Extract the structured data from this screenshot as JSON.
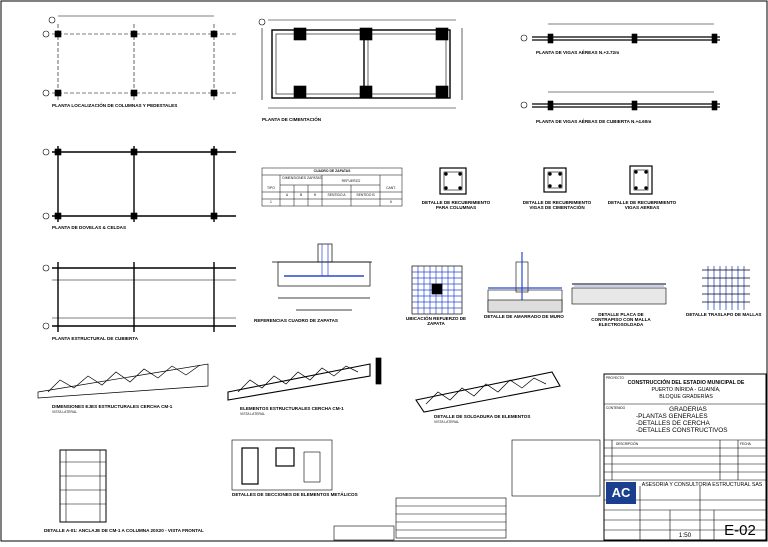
{
  "views": {
    "plan_columns": "PLANTA LOCALIZACIÓN DE COLUMNAS Y PEDESTALES",
    "plan_foundation": "PLANTA DE CIMENTACIÓN",
    "beams_1": "PLANTA DE VIGAS AÉREAS N.+3.72m",
    "beams_2": "PLANTA DE VIGAS AÉREAS DE CUBIERTA N.+4.60m",
    "plan_dowels": "PLANTA DE DOVELAS & CELDAS",
    "plan_roof": "PLANTA ESTRUCTURAL DE CUBIERTA",
    "det_col": "DETALLE DE RECUBRIMIENTO PARA COLUMNAS",
    "det_found": "DETALLE DE RECUBRIMIENTO VIGAS DE CIMENTACIÓN",
    "det_beams": "DETALLE DE RECUBRIMIENTO VIGAS AEREAS",
    "ref_table": "REFERENCIAS CUADRO DE ZAPATAS",
    "ubic": "UBICACIÓN REFUERZO DE ZAPATA",
    "det_anchor": "DETALLE DE AMARRADO DE MURO",
    "det_plate": "DETALLE PLACA DE CONTRAPISO CON MALLA ELECTROSOLDADA",
    "det_mesh": "DETALLE TRASLAPO DE MALLAS",
    "truss_dims": "DIMENSIONES EJES ESTRUCTURALES CERCHA CM-1",
    "truss_dims_sub": "VISTA LATERAL",
    "truss_elem": "ELEMENTOS ESTRUCTURALES CERCHA CM-1",
    "truss_elem_sub": "VISTA LATERAL",
    "truss_weld": "DETALLE DE SOLDADURA DE ELEMENTOS",
    "truss_weld_sub": "VISTA LATERAL",
    "sections": "DETALLES DE SECCIONES DE ELEMENTOS METÁLICOS",
    "anchor_detail": "DETALLE A-01: ANCLAJE DE CM-1 A COLUMNA 20X20 - VISTA FRONTAL"
  },
  "zapatas_table": {
    "title": "CUADRO DE ZAPATAS",
    "headers": [
      "TIPO",
      "DIMENSIONES ZAPATAS",
      "REFUERZO",
      "CANT."
    ],
    "sub_headers": [
      "A",
      "B",
      "H",
      "SENTIDO A",
      "SENTIDO B"
    ],
    "row": [
      "1",
      "",
      "",
      "",
      "",
      "",
      "6"
    ]
  },
  "title_block": {
    "project_label": "PROYECTO",
    "project": [
      "CONSTRUCCIÓN DEL ESTADIO MUNICIPAL DE",
      "PUERTO INÍRIDA - GUAINÍA,",
      "BLOQUE GRADERÍAS"
    ],
    "content_label": "CONTENIDO",
    "content": [
      "GRADERIAS",
      "-PLANTAS GENERALES",
      "-DETALLES DE CERCHA",
      "-DETALLES CONSTRUCTIVOS"
    ],
    "revisions_label": "DESCRIPCIÓN",
    "date_label": "FECHA",
    "company": "ASESORIA Y CONSULTORIA ESTRUCTURAL SAS",
    "logo_text": "AC",
    "scale": "1:50",
    "sheet": "E-02"
  }
}
